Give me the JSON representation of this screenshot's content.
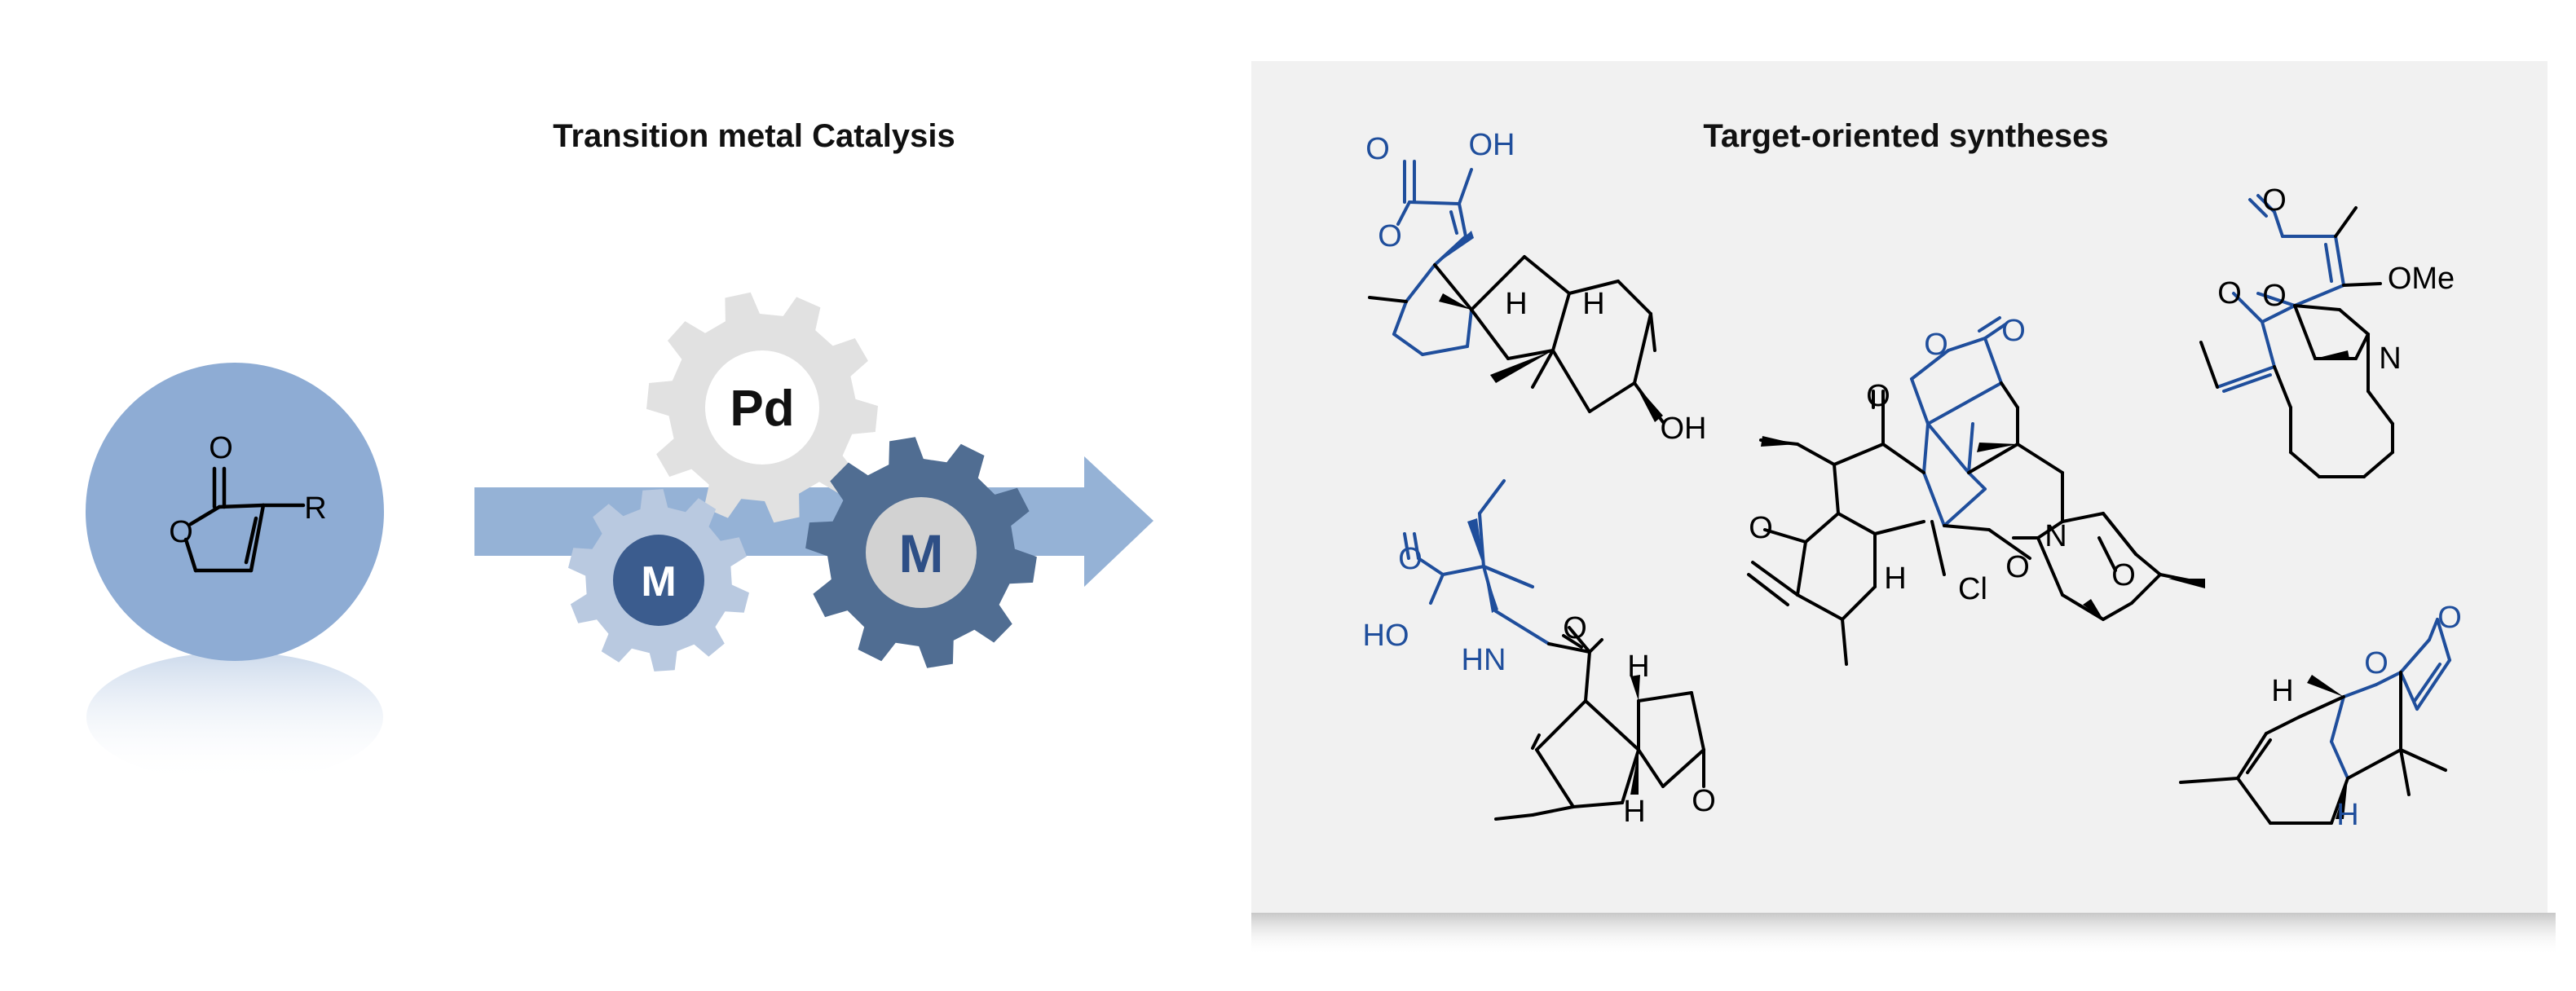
{
  "header": {
    "catalysis_title": "Transition metal Catalysis",
    "syntheses_title": "Target-oriented syntheses"
  },
  "gears": {
    "pd_label": "Pd",
    "small_metal_label": "M",
    "large_metal_label": "M"
  },
  "butenolide": {
    "carbonyl_o": "O",
    "ring_o": "O",
    "substituent": "R"
  },
  "molecules": {
    "top_left": {
      "oh": "OH",
      "carbonyl_o": "O",
      "ring_o": "O",
      "h1": "H",
      "h2": "H",
      "oh2": "OH"
    },
    "top_right": {
      "carbonyl_o1": "O",
      "ring_o": "O",
      "ome": "OMe",
      "carbonyl_o2": "O",
      "n": "N"
    },
    "center": {
      "carbonyl_o1": "O",
      "ring_o": "O",
      "ketone_o": "O",
      "enone_o": "O",
      "h": "H",
      "cl": "Cl",
      "ether_o": "O",
      "n": "N",
      "bridge_o": "O"
    },
    "bottom_left": {
      "carbonyl_o": "O",
      "ho": "HO",
      "hn": "HN",
      "amide_o": "O",
      "h1": "H",
      "h2": "H",
      "ketone_o": "O"
    },
    "bottom_right": {
      "h1": "H",
      "ring_o": "O",
      "carbonyl_o": "O",
      "h2": "H"
    }
  },
  "colors": {
    "blue_structure": "#1f4e9c",
    "arrow": "#95b2d6",
    "circle": "#8eacd4",
    "panel": "#f1f1f1",
    "gear_pd": "#e1e1e1",
    "gear_small": "#b9c9e0",
    "gear_large": "#506d92",
    "gear_small_hub": "#3b5c8e",
    "gear_large_hub": "#d2d2d2"
  }
}
